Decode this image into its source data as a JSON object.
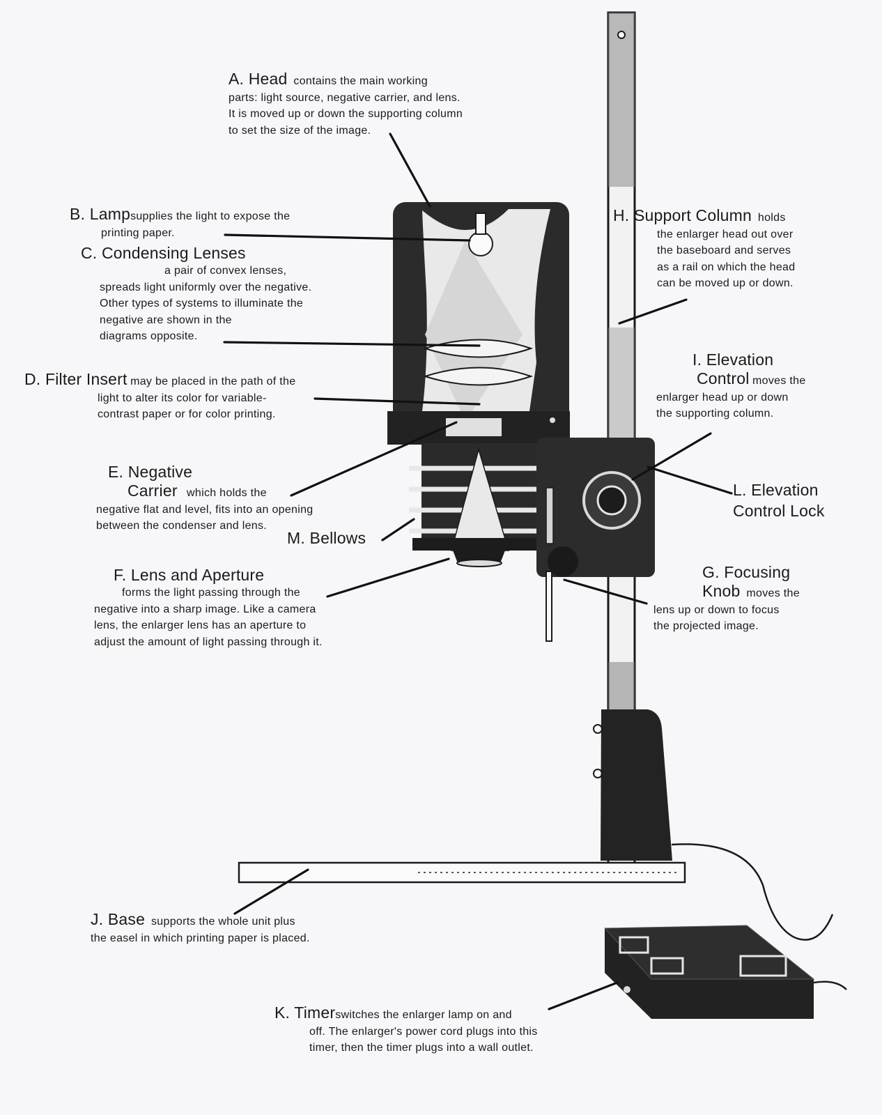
{
  "labels": {
    "a": {
      "title": "A. Head",
      "desc": [
        "contains the main working",
        "parts: light source, negative carrier, and lens.",
        "It is moved up or down the supporting column",
        "to set the size of the image."
      ]
    },
    "b": {
      "title": "B. Lamp",
      "desc": [
        "supplies the light to expose the",
        "printing paper."
      ]
    },
    "c": {
      "title": "C. Condensing Lenses",
      "desc": [
        "a pair of convex lenses,",
        "spreads light uniformly over the negative.",
        "Other types of systems to illuminate the",
        "negative are shown in the",
        "diagrams opposite."
      ]
    },
    "d": {
      "title": "D. Filter Insert",
      "desc": [
        "may be placed in the path of the",
        "light to alter its color for variable-",
        "contrast paper or for color printing."
      ]
    },
    "e": {
      "title_1": "E. Negative",
      "title_2": "Carrier",
      "desc": [
        "which holds the",
        "negative flat and level, fits into an opening",
        "between the condenser and lens."
      ]
    },
    "f": {
      "title": "F. Lens and Aperture",
      "desc": [
        "forms the light passing through the",
        "negative into a sharp image. Like a camera",
        "lens, the enlarger lens has an aperture to",
        "adjust the amount of light passing through it."
      ]
    },
    "g": {
      "title_1": "G. Focusing",
      "title_2": "Knob",
      "desc": [
        "moves the",
        "lens up or down to focus",
        "the projected image."
      ]
    },
    "h": {
      "title": "H. Support Column",
      "desc": [
        "holds",
        "the enlarger head out over",
        "the baseboard and serves",
        "as a rail on which the head",
        "can be moved up or down."
      ]
    },
    "i": {
      "title_1": "I. Elevation",
      "title_2": "Control",
      "desc": [
        "moves the",
        "enlarger head up or down",
        "the supporting column."
      ]
    },
    "j": {
      "title": "J. Base",
      "desc": [
        "supports the whole unit plus",
        "the easel in which printing paper is placed."
      ]
    },
    "k": {
      "title": "K. Timer",
      "desc": [
        "switches the enlarger lamp on and",
        "off. The enlarger's power cord plugs into this",
        "timer, then the timer plugs into a wall outlet."
      ]
    },
    "l": {
      "title_1": "L. Elevation",
      "title_2": "Control Lock"
    },
    "m": {
      "title": "M. Bellows"
    }
  },
  "colors": {
    "ink": "#1a1a1a",
    "paper": "#f7f6f8",
    "head_body": "#2b2b2b",
    "light_cone": "#e9e9e9"
  }
}
